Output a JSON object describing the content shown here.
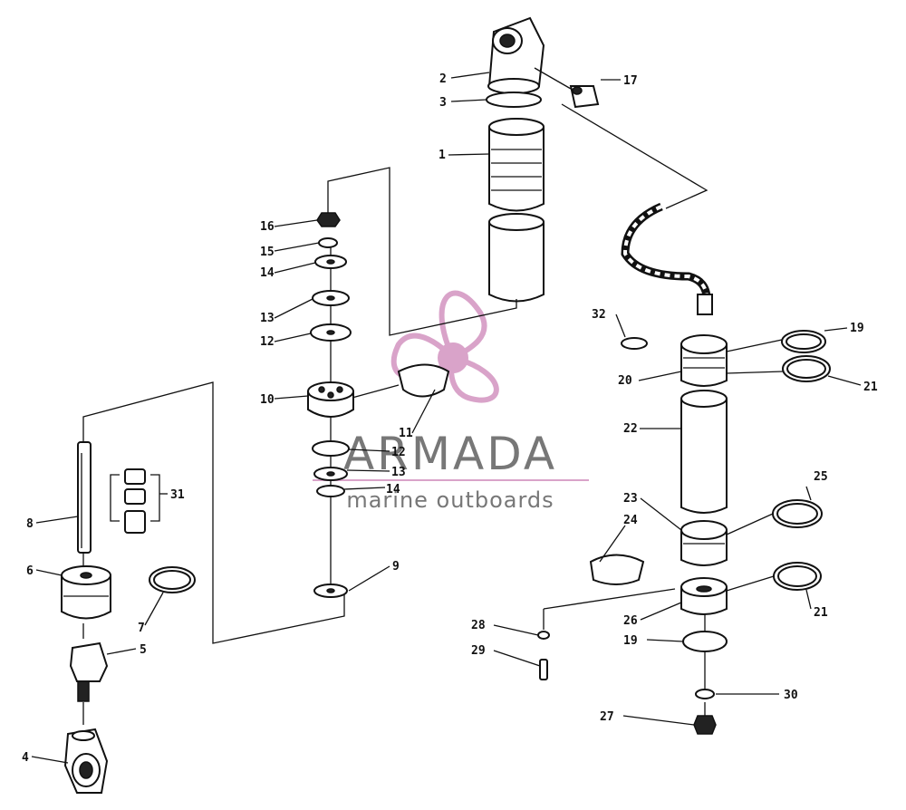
{
  "watermark": {
    "brand": "ARMADA",
    "tagline": "marine outboards",
    "color": "#d9a3c9",
    "text_color": "#777777"
  },
  "callouts": {
    "p1": "1",
    "p2": "2",
    "p3": "3",
    "p4": "4",
    "p5": "5",
    "p6": "6",
    "p7": "7",
    "p8": "8",
    "p9": "9",
    "p10": "10",
    "p11": "11",
    "p12a": "12",
    "p12b": "12",
    "p13a": "13",
    "p13b": "13",
    "p14a": "14",
    "p14b": "14",
    "p15": "15",
    "p16": "16",
    "p17": "17",
    "p19a": "19",
    "p19b": "19",
    "p20": "20",
    "p21a": "21",
    "p21b": "21",
    "p22": "22",
    "p23": "23",
    "p24": "24",
    "p25": "25",
    "p26": "26",
    "p27": "27",
    "p28": "28",
    "p29": "29",
    "p30": "30",
    "p31": "31",
    "p32": "32"
  }
}
